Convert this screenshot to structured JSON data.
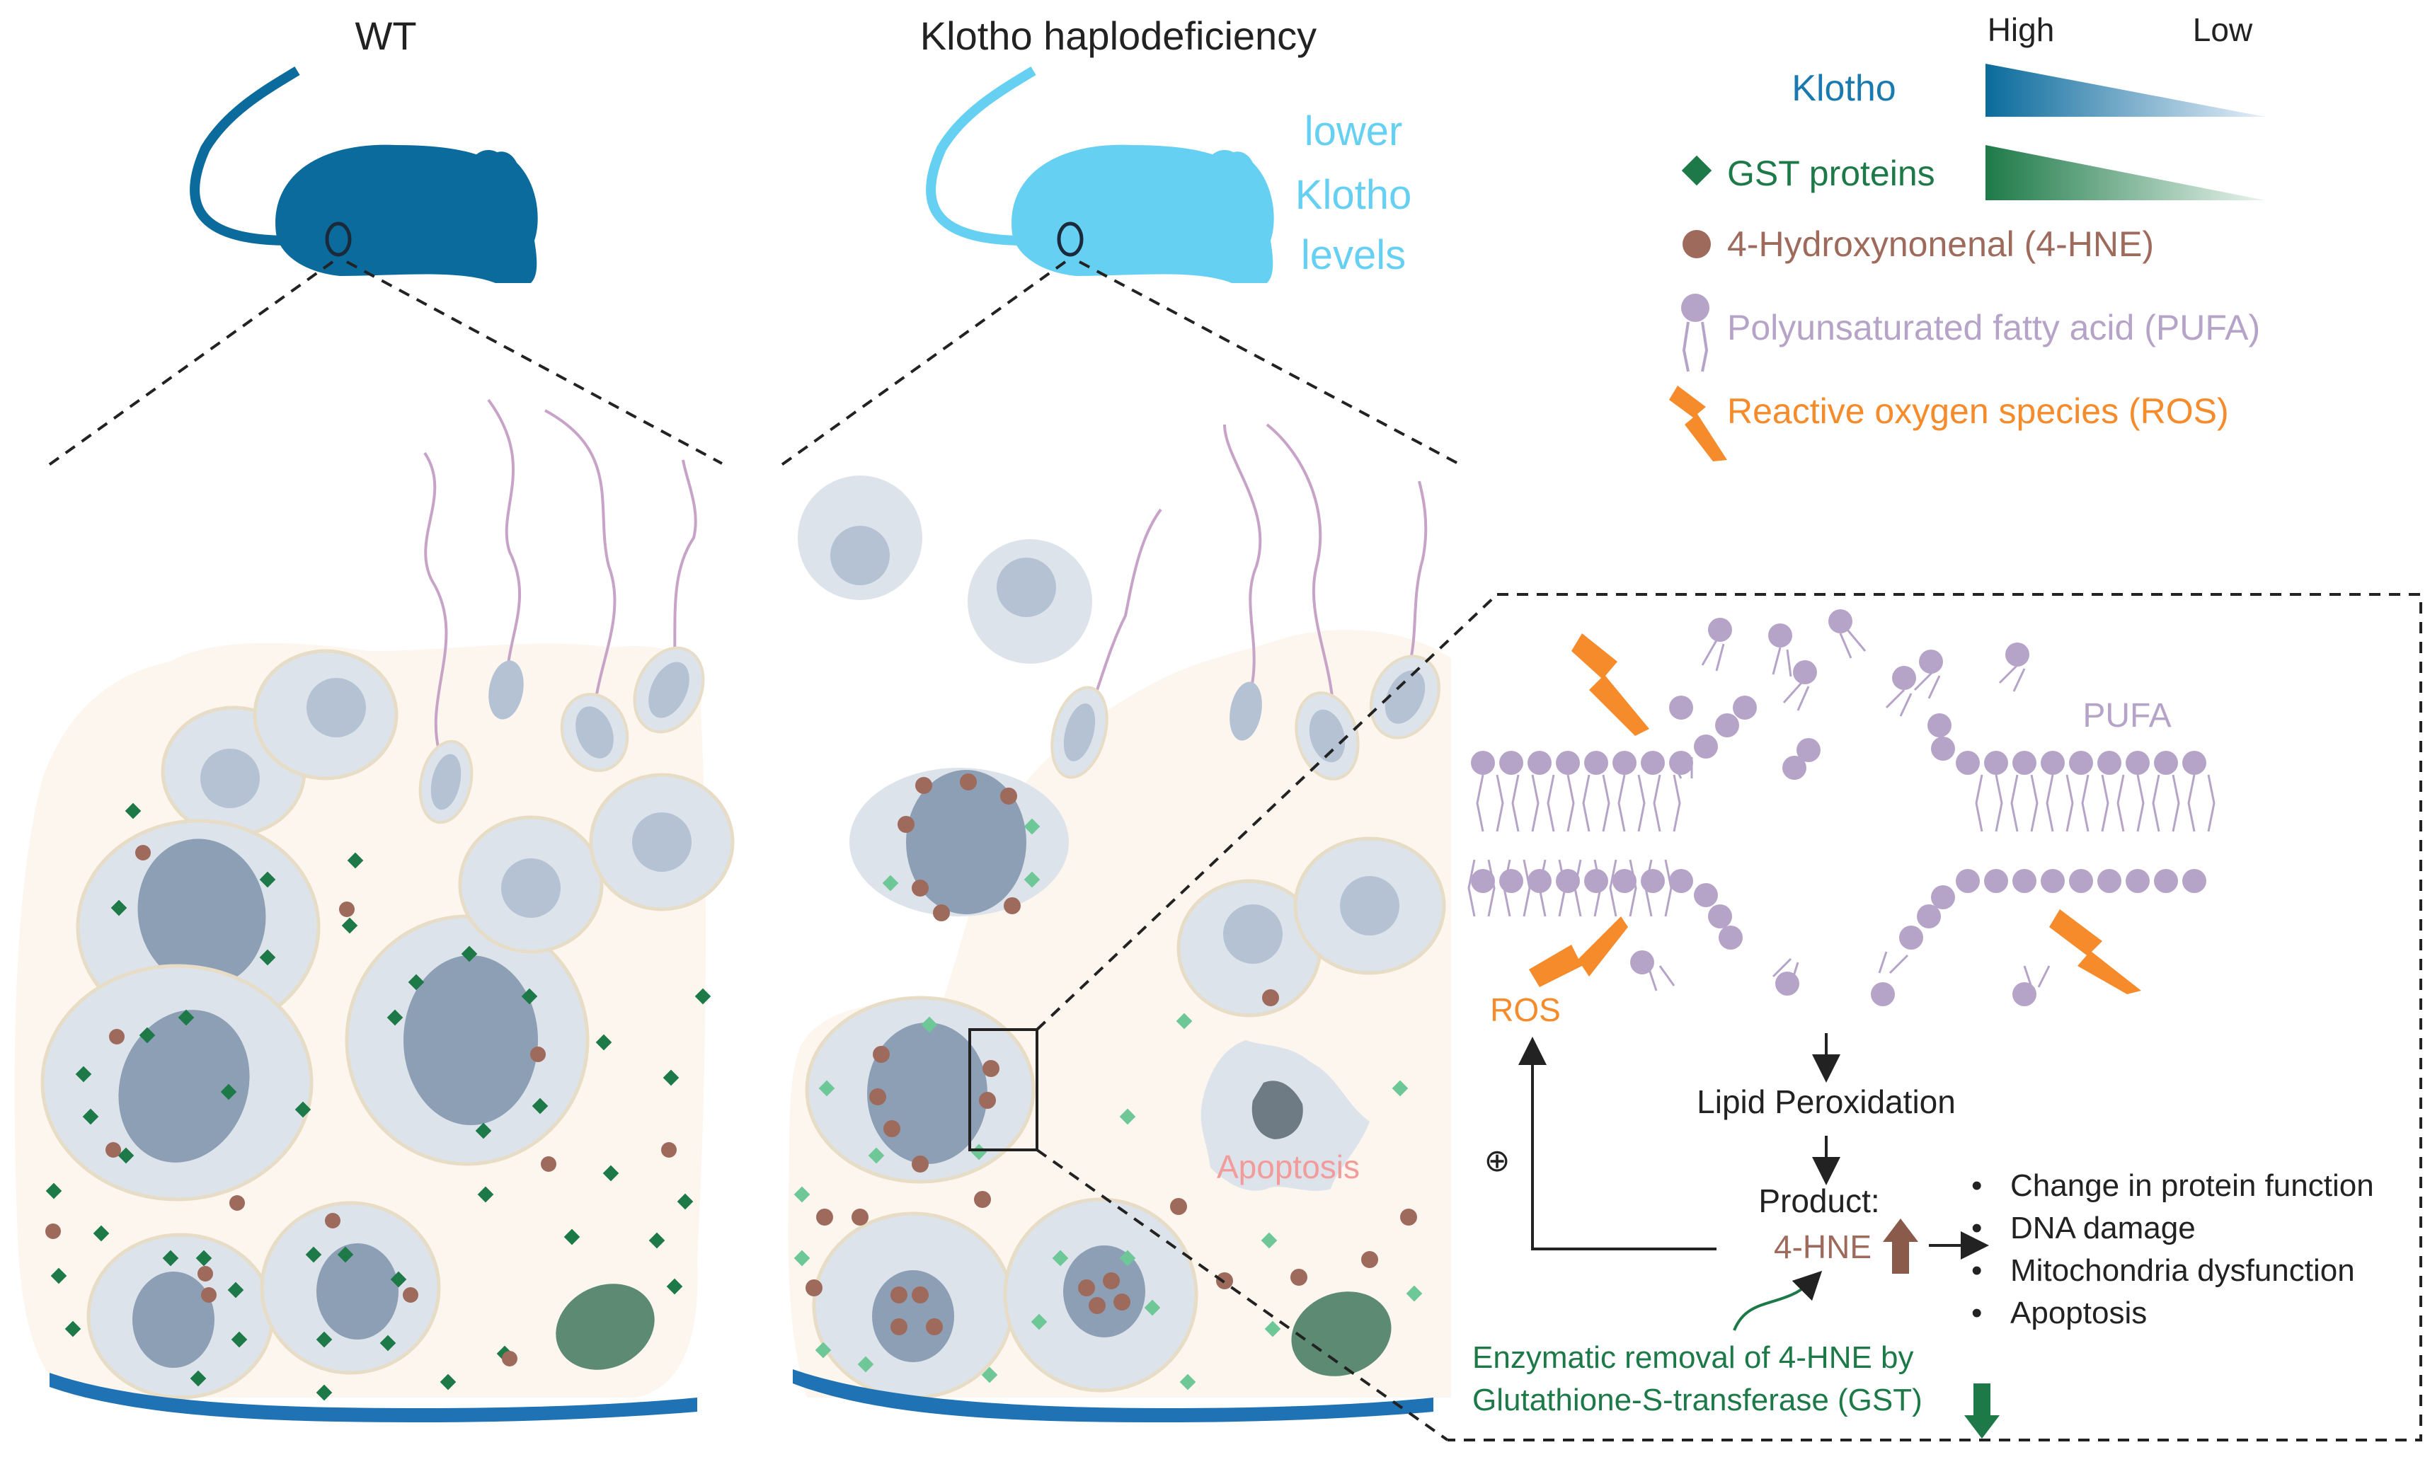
{
  "titles": {
    "wt": "WT",
    "klotho_haplo": "Klotho haplodeficiency",
    "lower_levels": [
      "lower",
      "Klotho",
      "levels"
    ]
  },
  "legend": {
    "high": "High",
    "low": "Low",
    "klotho": "Klotho",
    "gst": "GST proteins",
    "hne": "4-Hydroxynonenal (4-HNE)",
    "pufa": "Polyunsaturated fatty acid (PUFA)",
    "ros": "Reactive oxygen species (ROS)"
  },
  "tissue": {
    "apoptosis": "Apoptosis"
  },
  "zoom": {
    "pufa_label": "PUFA",
    "ros_label": "ROS",
    "plus_symbol": "⊕",
    "lipid_peroxidation": "Lipid Peroxidation",
    "product": "Product:",
    "hne": "4-HNE",
    "effects": [
      "Change in protein function",
      "DNA damage",
      "Mitochondria dysfunction",
      "Apoptosis"
    ],
    "gst_removal": [
      "Enzymatic removal of 4-HNE by",
      "Glutathione-S-transferase (GST)"
    ]
  },
  "colors": {
    "wt_mouse": "#0a6b9c",
    "haplo_mouse": "#66d0f2",
    "klotho_text": "#1a7ab0",
    "gst": "#1d7a48",
    "gst_light": "#6dc796",
    "hne": "#9e6a5c",
    "pufa": "#b6a4c8",
    "ros": "#f58b2a",
    "apoptosis": "#f29b9b",
    "tissue": "#fdf6ee",
    "cell": "#dde3ea",
    "nucleus": "#8d9fb5",
    "membrane_blue": "#1f73b4",
    "green_cell": "#5c8a72"
  }
}
